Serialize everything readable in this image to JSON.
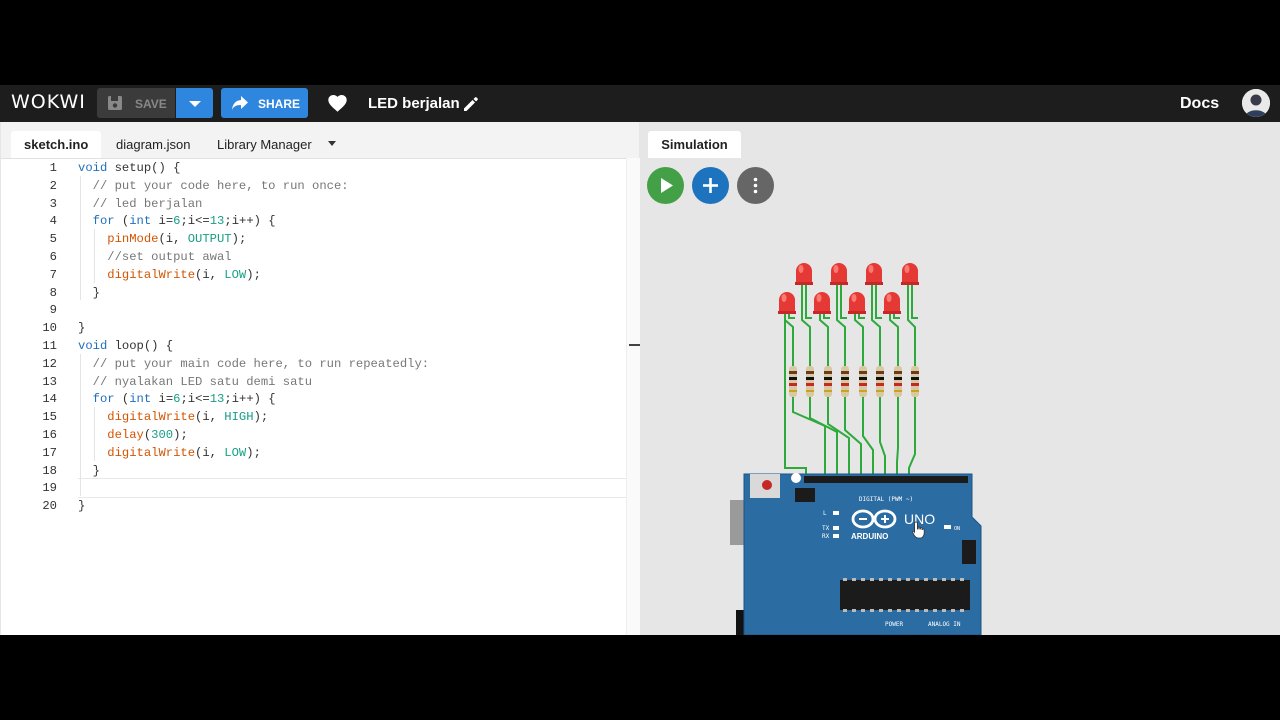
{
  "app": {
    "logo": "WOKWI",
    "project_title": "LED berjalan",
    "docs_label": "Docs"
  },
  "toolbar": {
    "save_label": "SAVE",
    "share_label": "SHARE"
  },
  "editor": {
    "tabs": [
      {
        "label": "sketch.ino",
        "active": true
      },
      {
        "label": "diagram.json",
        "active": false
      },
      {
        "label": "Library Manager",
        "active": false
      }
    ],
    "current_line": 19,
    "lines": [
      {
        "n": "1",
        "text": "void setup() {"
      },
      {
        "n": "2",
        "text": "  // put your code here, to run once:"
      },
      {
        "n": "3",
        "text": "  // led berjalan"
      },
      {
        "n": "4",
        "text": "  for (int i=6;i<=13;i++) {"
      },
      {
        "n": "5",
        "text": "    pinMode(i, OUTPUT);"
      },
      {
        "n": "6",
        "text": "    //set output awal"
      },
      {
        "n": "7",
        "text": "    digitalWrite(i, LOW);"
      },
      {
        "n": "8",
        "text": "  }"
      },
      {
        "n": "9",
        "text": ""
      },
      {
        "n": "10",
        "text": "}"
      },
      {
        "n": "11",
        "text": "void loop() {"
      },
      {
        "n": "12",
        "text": "  // put your main code here, to run repeatedly:"
      },
      {
        "n": "13",
        "text": "  // nyalakan LED satu demi satu"
      },
      {
        "n": "14",
        "text": "  for (int i=6;i<=13;i++) {"
      },
      {
        "n": "15",
        "text": "    digitalWrite(i, HIGH);"
      },
      {
        "n": "16",
        "text": "    delay(300);"
      },
      {
        "n": "17",
        "text": "    digitalWrite(i, LOW);"
      },
      {
        "n": "18",
        "text": "  }"
      },
      {
        "n": "19",
        "text": ""
      },
      {
        "n": "20",
        "text": "}"
      }
    ]
  },
  "simulation": {
    "tab_label": "Simulation",
    "controls": [
      {
        "name": "play",
        "color": "#43a047"
      },
      {
        "name": "add-part",
        "color": "#1e73be"
      },
      {
        "name": "more",
        "color": "#666666"
      }
    ],
    "board": {
      "model": "UNO",
      "brand": "ARDUINO",
      "digital_header": "DIGITAL (PWM ~)",
      "power_header": "POWER",
      "analog_header": "ANALOG IN",
      "tx": "TX",
      "rx": "RX",
      "l_label": "L",
      "on_label": "ON"
    },
    "led_count": 8
  },
  "colors": {
    "topbar": "#1d1d1d",
    "accent": "#2e86de",
    "led": "#e53935",
    "wire": "#2eaa3c",
    "board": "#2b6ca3"
  }
}
